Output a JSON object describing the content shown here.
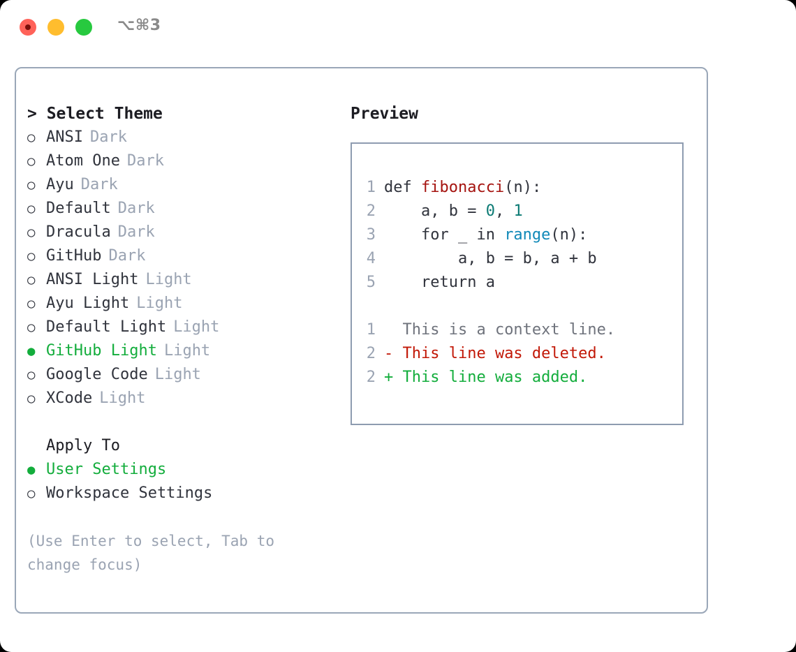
{
  "window": {
    "shortcut": "⌥⌘3",
    "traffic_lights": [
      {
        "name": "close",
        "color": "#ff6259"
      },
      {
        "name": "minimize",
        "color": "#ffbd2e"
      },
      {
        "name": "maximize",
        "color": "#27c93f"
      }
    ]
  },
  "colors": {
    "accent_green": "#13ad3c",
    "muted": "#9aa3b2",
    "text": "#30333c",
    "border": "#9aa7b8",
    "diff_add": "#13ad3c",
    "diff_del": "#c21807",
    "syntax_function": "#a5130f",
    "syntax_number": "#0b7a74",
    "syntax_call": "#1089b8"
  },
  "theme_picker": {
    "title": "> Select Theme",
    "markers": {
      "selected": "●",
      "unselected": "○"
    },
    "items": [
      {
        "label": "ANSI",
        "kind": "Dark",
        "selected": false
      },
      {
        "label": "Atom One",
        "kind": "Dark",
        "selected": false
      },
      {
        "label": "Ayu",
        "kind": "Dark",
        "selected": false
      },
      {
        "label": "Default",
        "kind": "Dark",
        "selected": false
      },
      {
        "label": "Dracula",
        "kind": "Dark",
        "selected": false
      },
      {
        "label": "GitHub",
        "kind": "Dark",
        "selected": false
      },
      {
        "label": "ANSI Light",
        "kind": "Light",
        "selected": false
      },
      {
        "label": "Ayu Light",
        "kind": "Light",
        "selected": false
      },
      {
        "label": "Default Light",
        "kind": "Light",
        "selected": false
      },
      {
        "label": "GitHub Light",
        "kind": "Light",
        "selected": true
      },
      {
        "label": "Google Code",
        "kind": "Light",
        "selected": false
      },
      {
        "label": "XCode",
        "kind": "Light",
        "selected": false
      }
    ]
  },
  "apply_to": {
    "title": "Apply To",
    "items": [
      {
        "label": "User Settings",
        "selected": true
      },
      {
        "label": "Workspace Settings",
        "selected": false
      }
    ]
  },
  "hint": "(Use Enter to select, Tab to change focus)",
  "preview": {
    "title": "Preview",
    "code_lines": [
      {
        "no": "1",
        "segments": [
          {
            "text": "def ",
            "tok": "plain"
          },
          {
            "text": "fibonacci",
            "tok": "fn"
          },
          {
            "text": "(n):",
            "tok": "plain"
          }
        ]
      },
      {
        "no": "2",
        "segments": [
          {
            "text": "    a, b = ",
            "tok": "plain"
          },
          {
            "text": "0",
            "tok": "num"
          },
          {
            "text": ", ",
            "tok": "plain"
          },
          {
            "text": "1",
            "tok": "num"
          }
        ]
      },
      {
        "no": "3",
        "segments": [
          {
            "text": "    for _ in ",
            "tok": "plain"
          },
          {
            "text": "range",
            "tok": "call"
          },
          {
            "text": "(n):",
            "tok": "plain"
          }
        ]
      },
      {
        "no": "4",
        "segments": [
          {
            "text": "        a, b = b, a + b",
            "tok": "plain"
          }
        ]
      },
      {
        "no": "5",
        "segments": [
          {
            "text": "    return a",
            "tok": "plain"
          }
        ]
      }
    ],
    "diff_lines": [
      {
        "no": "1",
        "sign": " ",
        "text": " This is a context line.",
        "type": "ctx"
      },
      {
        "no": "2",
        "sign": "-",
        "text": " This line was deleted.",
        "type": "del"
      },
      {
        "no": "2",
        "sign": "+",
        "text": " This line was added.",
        "type": "add"
      }
    ]
  }
}
